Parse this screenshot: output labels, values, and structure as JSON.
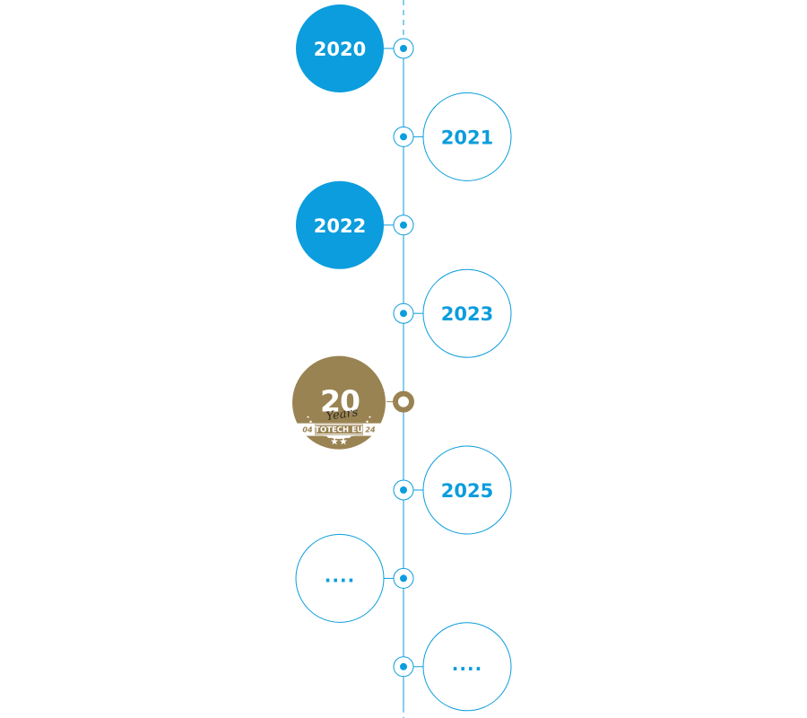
{
  "colors": {
    "primary": "#0b9ddd",
    "gold": "#9a8352",
    "white": "#ffffff"
  },
  "timeline": {
    "items": [
      {
        "label": "2020",
        "side": "left",
        "style": "filled"
      },
      {
        "label": "2021",
        "side": "right",
        "style": "outline"
      },
      {
        "label": "2022",
        "side": "left",
        "style": "filled"
      },
      {
        "label": "2023",
        "side": "right",
        "style": "outline"
      },
      {
        "label": "20",
        "side": "left",
        "style": "badge"
      },
      {
        "label": "2025",
        "side": "right",
        "style": "outline"
      },
      {
        "label": "....",
        "side": "left",
        "style": "outline"
      },
      {
        "label": "....",
        "side": "right",
        "style": "outline"
      }
    ]
  },
  "badge": {
    "number": "20",
    "word": "Years",
    "brand": "TOTECH EU",
    "start": "04",
    "end": "24",
    "stars": "★★"
  }
}
